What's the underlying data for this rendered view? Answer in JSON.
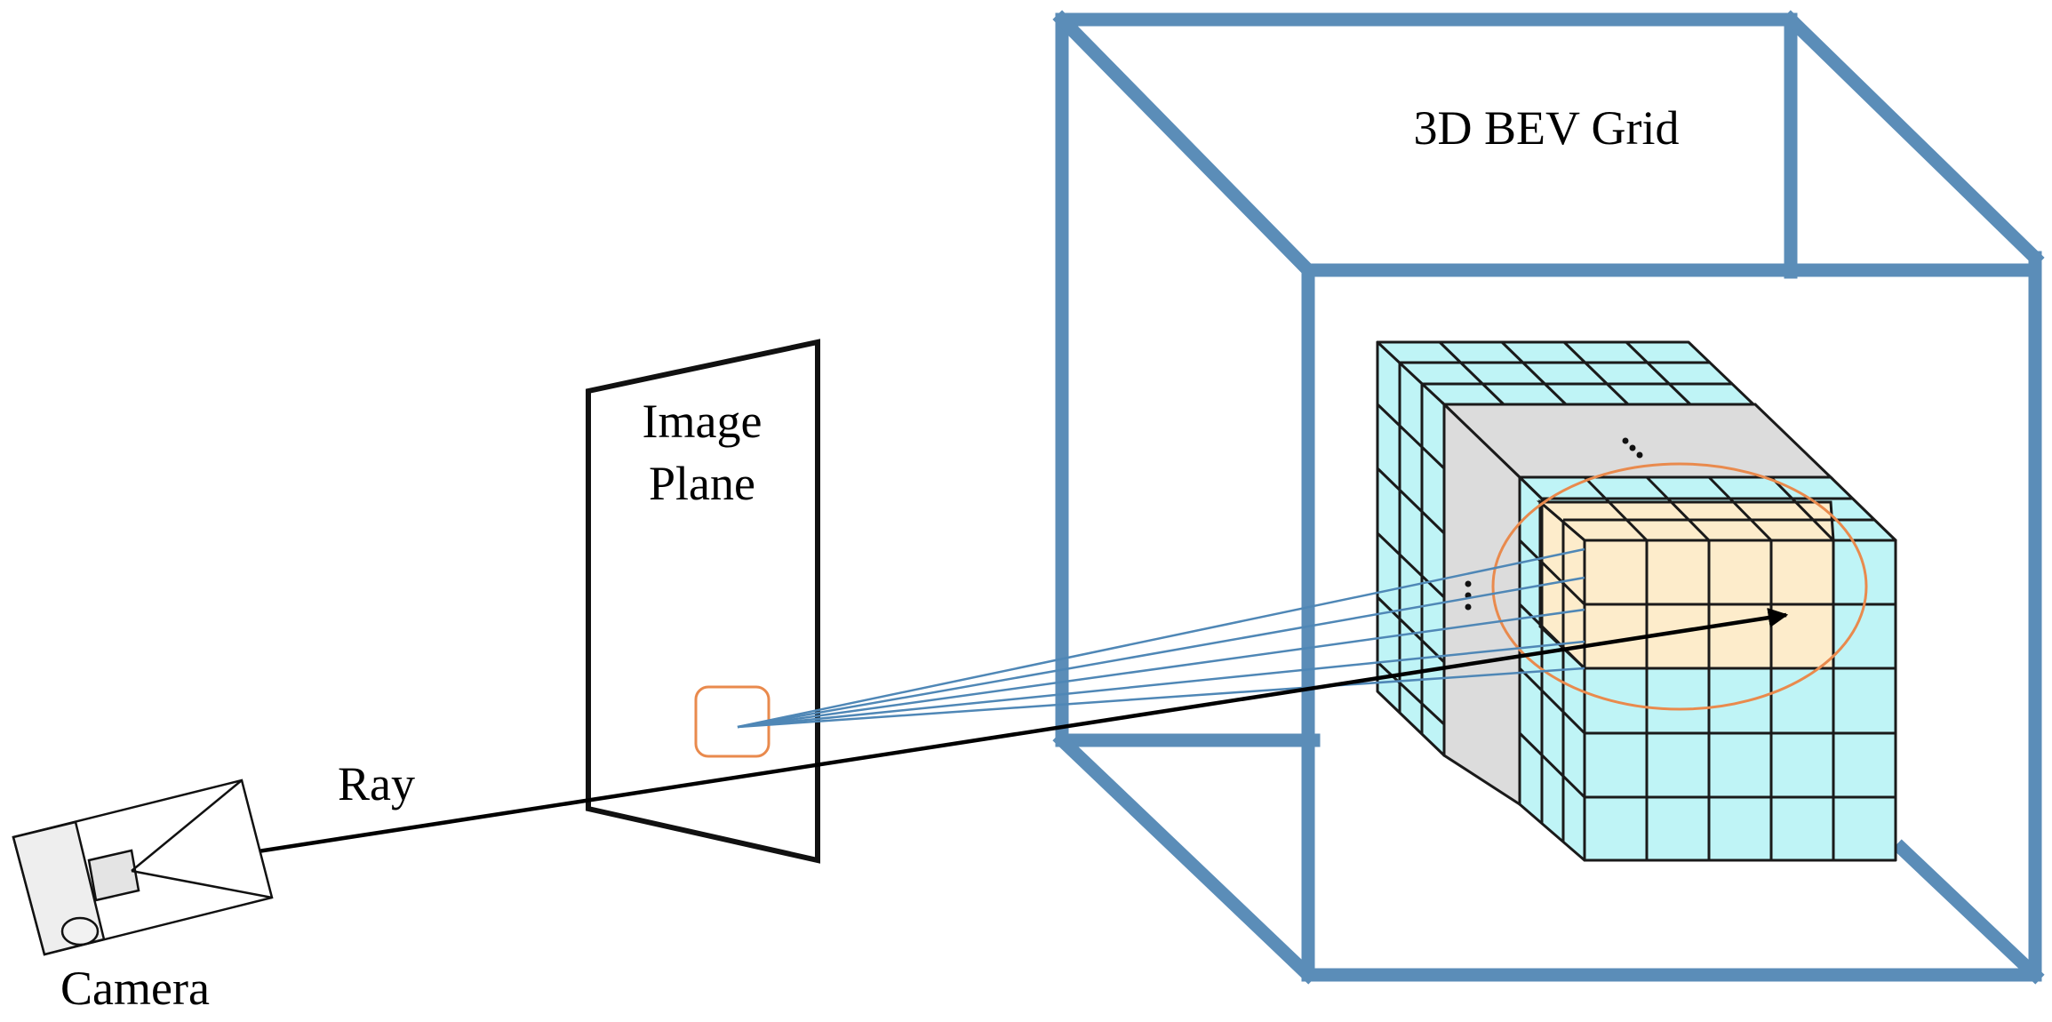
{
  "labels": {
    "camera": "Camera",
    "ray": "Ray",
    "image_plane_line1": "Image",
    "image_plane_line2": "Plane",
    "bev_grid": "3D BEV Grid"
  },
  "colors": {
    "box_edge": "#5b8db8",
    "voxel_fill": "#bff4f6",
    "voxel_highlight": "#fdeccb",
    "inner_face": "#dcdcdc",
    "focus_ellipse": "#e98a4d",
    "pixel_box": "#e98a4d",
    "projection_lines": "#4f87b6",
    "ray": "#000000"
  }
}
